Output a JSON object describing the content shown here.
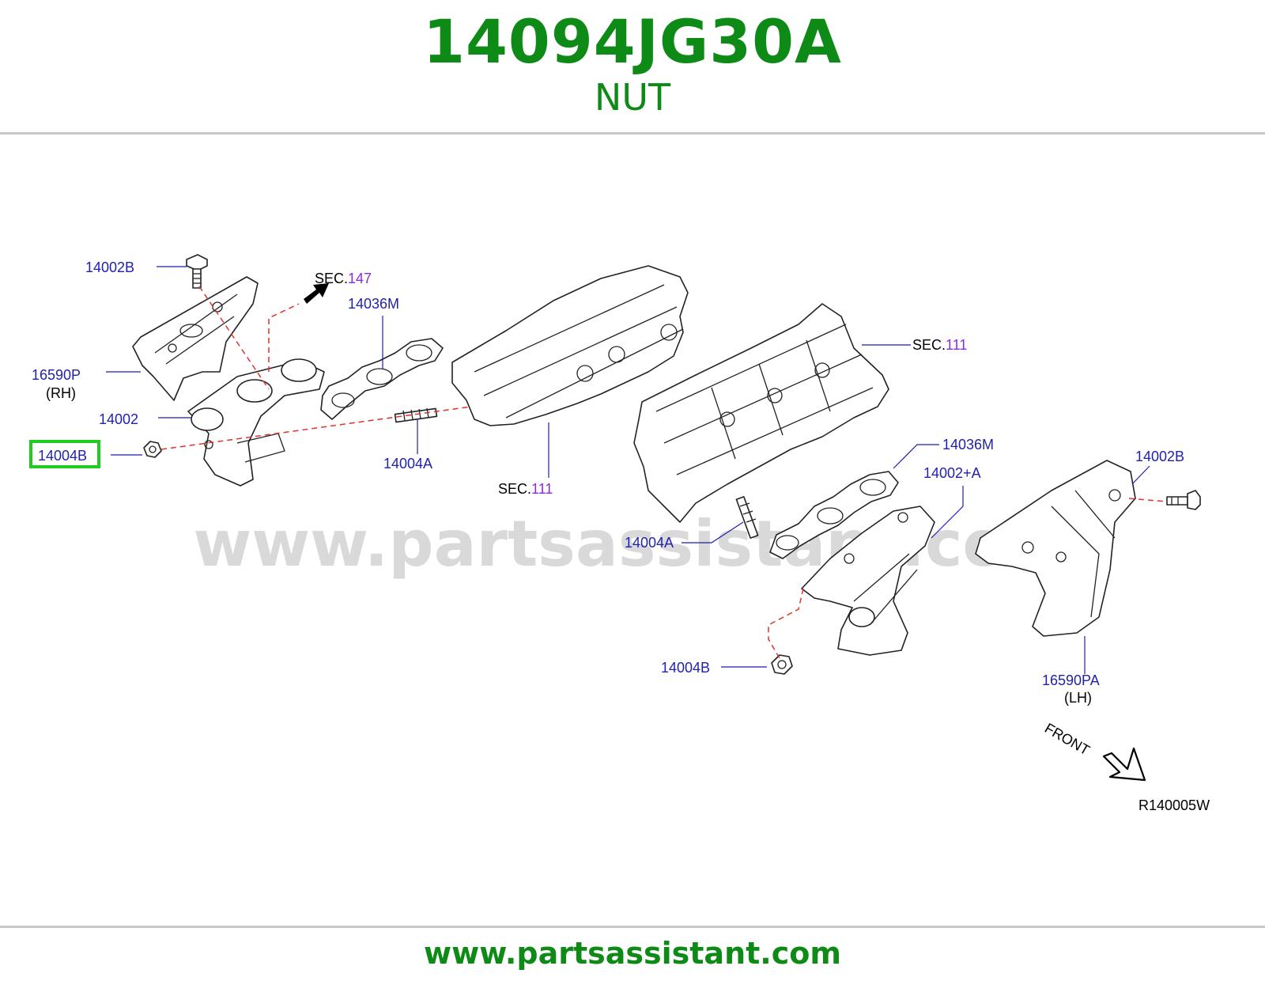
{
  "header": {
    "part_number": "14094JG30A",
    "part_name": "NUT"
  },
  "watermark": "www.partsassistant.com",
  "footer": {
    "url": "www.partsassistant.com"
  },
  "diagram": {
    "labels": {
      "bolt_top_rh": "14002B",
      "heat_shield_rh": "16590P",
      "heat_shield_rh_side": "(RH)",
      "manifold_rh": "14002",
      "nut_rh": "14004B",
      "sec147_prefix": "SEC.",
      "sec147_num": "147",
      "gasket_rh": "14036M",
      "stud_rh": "14004A",
      "head_rh_prefix": "SEC.",
      "head_rh_num": "111",
      "head_lh_prefix": "SEC.",
      "head_lh_num": "111",
      "gasket_lh": "14036M",
      "manifold_lh": "14002+A",
      "bolt_lh": "14002B",
      "stud_lh": "14004A",
      "nut_lh": "14004B",
      "heat_shield_lh": "16590PA",
      "heat_shield_lh_side": "(LH)",
      "front": "FRONT",
      "diagram_code": "R140005W"
    },
    "highlight_color": "#1fcc1f",
    "brand_color": "#0e8a16",
    "label_color": "#1f1fb0",
    "section_number_color": "#8a2be2",
    "leader_dash_color": "#e0332b"
  }
}
